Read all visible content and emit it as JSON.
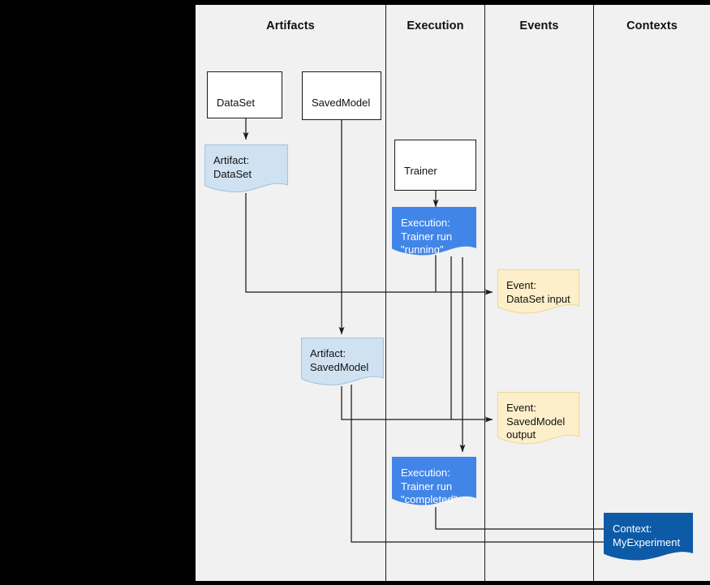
{
  "diagram": {
    "title_row": {
      "columns": [
        {
          "id": "artifacts",
          "label": "Artifacts"
        },
        {
          "id": "execution",
          "label": "Execution"
        },
        {
          "id": "events",
          "label": "Events"
        },
        {
          "id": "contexts",
          "label": "Contexts"
        }
      ]
    },
    "colors": {
      "canvas_background": "#000000",
      "panel_background": "#f1f1f1",
      "line": "#1a1a1a",
      "artifact_fill": "#d0e2f2",
      "execution_fill": "#4285e8",
      "event_fill": "#fdefc9",
      "context_fill": "#0d5aa7",
      "white_fill": "#ffffff"
    },
    "nodes": [
      {
        "id": "dataset",
        "kind": "note-white",
        "label": "DataSet"
      },
      {
        "id": "savedmodel",
        "kind": "note-white",
        "label": "SavedModel"
      },
      {
        "id": "trainer",
        "kind": "note-white",
        "label": "Trainer"
      },
      {
        "id": "artifact-dataset",
        "kind": "doc-artifact",
        "label": "Artifact:\nDataSet"
      },
      {
        "id": "artifact-savedmodel",
        "kind": "doc-artifact",
        "label": "Artifact:\nSavedModel"
      },
      {
        "id": "execution-running",
        "kind": "doc-execution",
        "label": "Execution:\nTrainer run\n\"running\""
      },
      {
        "id": "execution-completed",
        "kind": "doc-execution",
        "label": "Execution:\nTrainer run\n\"completed\""
      },
      {
        "id": "event-dataset-input",
        "kind": "doc-event",
        "label": "Event:\nDataSet input"
      },
      {
        "id": "event-savedmodel-output",
        "kind": "doc-event",
        "label": "Event:\nSavedModel\noutput"
      },
      {
        "id": "context-myexperiment",
        "kind": "doc-context",
        "label": "Context:\nMyExperiment"
      }
    ],
    "labels": {
      "dataset": "DataSet",
      "savedmodel": "SavedModel",
      "trainer": "Trainer",
      "artifact_dataset": "Artifact:\nDataSet",
      "artifact_savedmodel": "Artifact:\nSavedModel",
      "execution_running": "Execution:\nTrainer run\n\"running\"",
      "execution_completed": "Execution:\nTrainer run\n\"completed\"",
      "event_dataset_input": "Event:\nDataSet input",
      "event_savedmodel_output": "Event:\nSavedModel\noutput",
      "context_myexperiment": "Context:\nMyExperiment"
    }
  }
}
